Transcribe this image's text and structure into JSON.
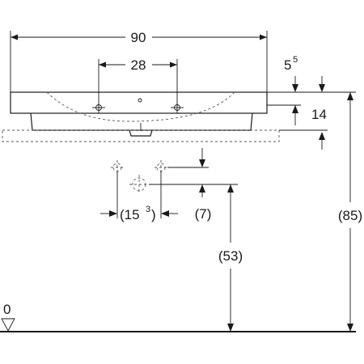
{
  "dimensions": {
    "overall_width": "90",
    "tap_hole_spacing": "28",
    "top_offset_main": "5",
    "top_offset_sup": "5",
    "rim_height": "14",
    "overall_height": "(85)",
    "drain_height": "(53)",
    "waste_offset": "(7)",
    "spacing_main": "(15",
    "spacing_sup": "3",
    "spacing_close": ")",
    "floor_level": "0"
  },
  "icons": {
    "floor_marker": "triangle-down-icon"
  }
}
